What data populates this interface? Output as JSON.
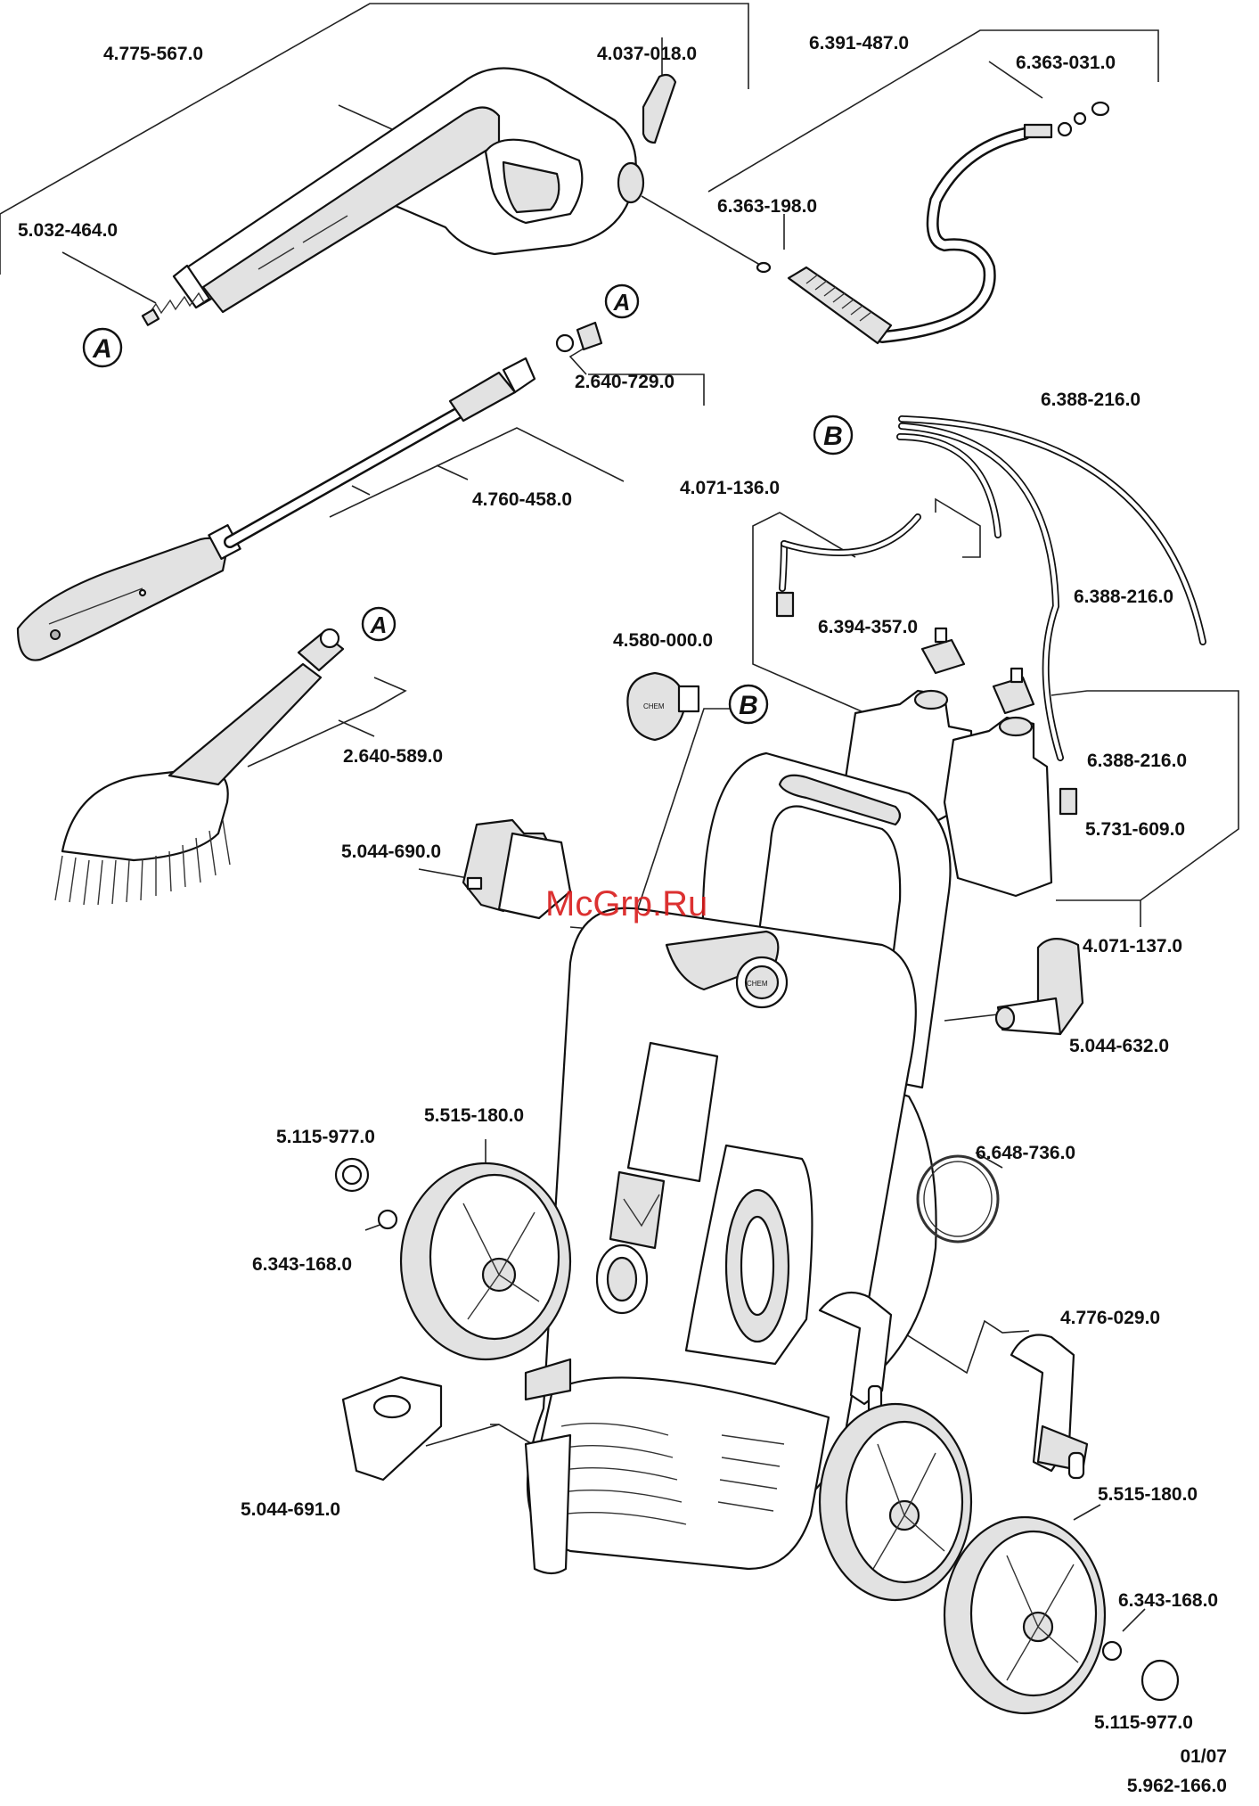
{
  "watermark": "McGrp.Ru",
  "callouts": {
    "a": "A",
    "b": "B"
  },
  "parts": {
    "gun_trigger": "4.775-567.0",
    "gun_clip": "4.037-018.0",
    "hp_hose": "6.391-487.0",
    "hose_seal_end": "6.363-031.0",
    "hose_oring": "6.363-198.0",
    "spring": "5.032-464.0",
    "lance_oring": "2.640-729.0",
    "spray_lance": "4.760-458.0",
    "wash_brush": "2.640-589.0",
    "suction_tube_b": "6.388-216.0",
    "suction_tube_c": "6.388-216.0",
    "suction_tube_d": "6.388-216.0",
    "detergent_tank_small": "4.071-136.0",
    "dosing_knob": "4.580-000.0",
    "valve_cap": "6.394-357.0",
    "filter": "5.731-609.0",
    "holder_top": "5.044-690.0",
    "detergent_tank_set": "4.071-137.0",
    "holder_side": "5.044-632.0",
    "cap_left": "5.115-977.0",
    "wheel_left": "5.515-180.0",
    "clip_left": "6.343-168.0",
    "hose_band": "6.648-736.0",
    "crank": "4.776-029.0",
    "holder_bottom": "5.044-691.0",
    "wheel_right": "5.515-180.0",
    "clip_right": "6.343-168.0",
    "cap_right": "5.115-977.0"
  },
  "footer": {
    "date": "01/07",
    "code": "5.962-166.0"
  }
}
